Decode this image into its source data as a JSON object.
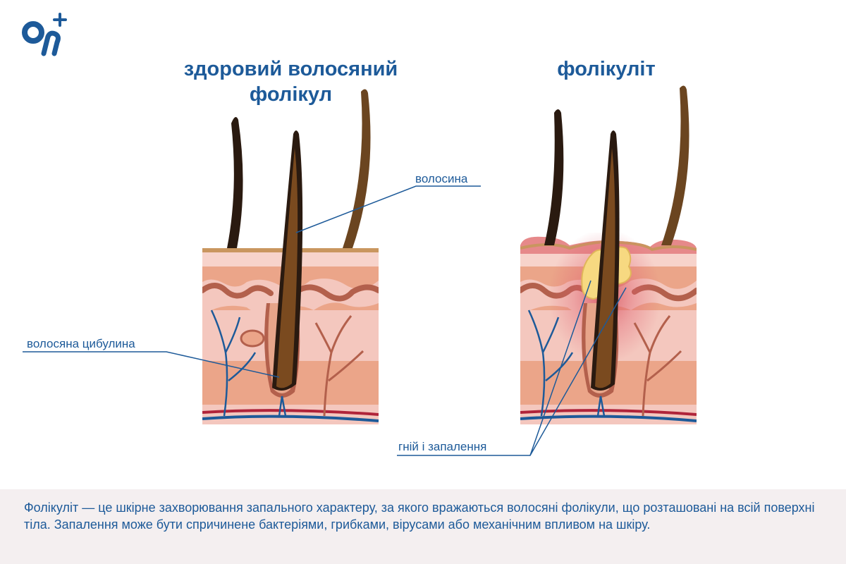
{
  "brand": {
    "logo_icon": "on-plus-logo",
    "color": "#1d5a99"
  },
  "titles": {
    "healthy": "здоровий волосяний фолікул",
    "folliculitis": "фолікуліт"
  },
  "labels": {
    "hair": "волосина",
    "hair_bulb": "волосяна цибулина",
    "pus_inflammation": "гній і запалення"
  },
  "footer": {
    "text": "Фолікуліт — це шкірне захворювання запального характеру, за якого вражаються волосяні фолікули, що розташовані на всій поверхні тіла. Запалення може бути спричинене бактеріями, грибками, вірусами або механічним впливом на шкіру."
  },
  "colors": {
    "skin_surface": "#c9965f",
    "epidermis": "#f4c7be",
    "dermis": "#eba589",
    "ridge": "#b3604c",
    "vein": "#1d5a99",
    "artery": "#b0243a",
    "hair": "#7a4a1f",
    "pus": "#f7d981",
    "inflammation": "#d23c4a"
  }
}
